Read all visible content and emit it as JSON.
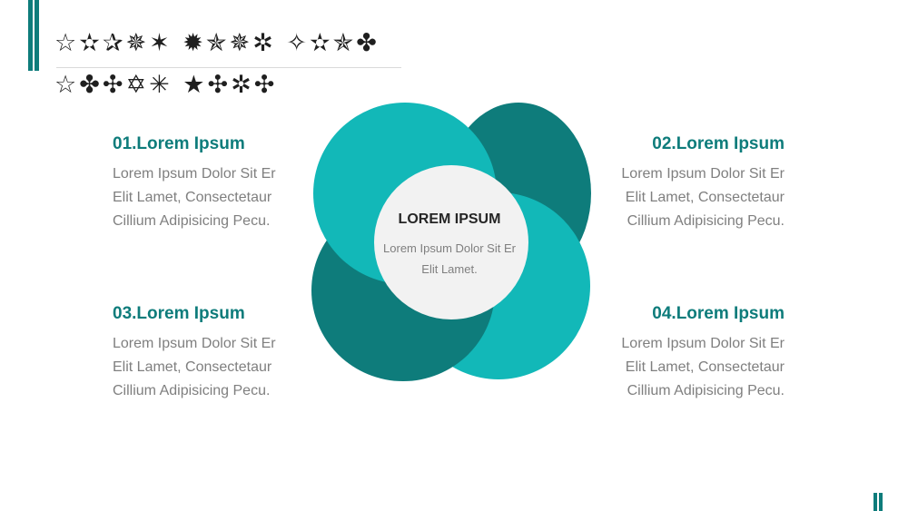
{
  "slide": {
    "title_line1": "☆✫✰✵✶ ✹✯✵✲ ✧✫✯✤",
    "title_line2": "☆✤✣✡✳ ★✣✲✣"
  },
  "center": {
    "title": "LOREM IPSUM",
    "body": "Lorem Ipsum Dolor Sit Er Elit Lamet."
  },
  "items": [
    {
      "title": "01.Lorem Ipsum",
      "body": "Lorem Ipsum Dolor Sit Er Elit Lamet, Consectetaur Cillium Adipisicing Pecu."
    },
    {
      "title": "02.Lorem Ipsum",
      "body": "Lorem Ipsum Dolor Sit Er Elit Lamet, Consectetaur Cillium Adipisicing Pecu."
    },
    {
      "title": "03.Lorem Ipsum",
      "body": "Lorem Ipsum Dolor Sit Er Elit Lamet, Consectetaur Cillium Adipisicing Pecu."
    },
    {
      "title": "04.Lorem Ipsum",
      "body": "Lorem Ipsum Dolor Sit Er Elit Lamet, Consectetaur Cillium Adipisicing Pecu."
    }
  ],
  "colors": {
    "dark_teal": "#0e7c7b",
    "light_teal": "#12b8b8",
    "center_fill": "#f2f2f2"
  }
}
